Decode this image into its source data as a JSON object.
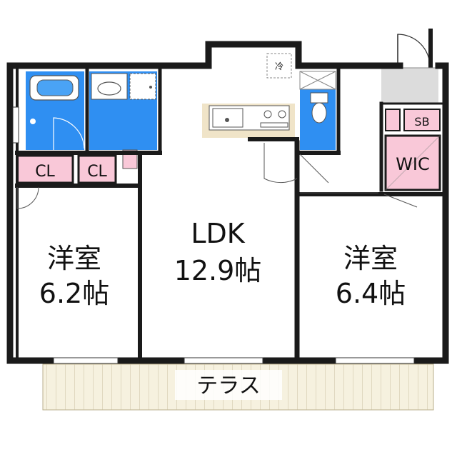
{
  "rooms": {
    "western_left": {
      "name": "洋室",
      "size": "6.2帖"
    },
    "ldk": {
      "name": "LDK",
      "size": "12.9帖"
    },
    "western_right": {
      "name": "洋室",
      "size": "6.4帖"
    }
  },
  "closets": {
    "cl_left": "CL",
    "cl_right": "CL",
    "wic": "WIC",
    "sb": "SB"
  },
  "fridge_label": "冷",
  "terrace_label": "テラス",
  "colors": {
    "wall": "#1a1a1a",
    "wet_area": "#2f8ff2",
    "closet": "#f9c8d8",
    "storage": "#d8d8d8",
    "kitchen_counter": "#f0e4c8",
    "terrace": "#f6f1df"
  }
}
